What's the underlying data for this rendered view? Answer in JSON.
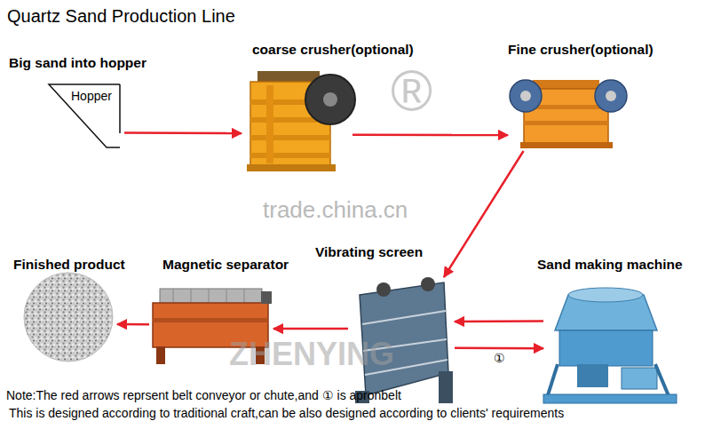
{
  "diagram": {
    "title": "Quartz Sand Production Line",
    "nodes": [
      {
        "text": [
          "Big sand into hopper",
          "Hopper"
        ]
      },
      {
        "text": [
          "coarse crusher(optional)"
        ]
      },
      {
        "text": [
          "Fine crusher(optional)"
        ]
      },
      {
        "text": [
          "Finished product"
        ]
      },
      {
        "text": [
          "Magnetic separator"
        ]
      },
      {
        "text": [
          "Vibrating screen"
        ]
      },
      {
        "text": [
          "Sand making machine"
        ]
      }
    ],
    "edges": [
      {
        "from": 0,
        "to": 1,
        "arrow": "to"
      },
      {
        "from": 1,
        "to": 2,
        "arrow": "to"
      },
      {
        "from": 2,
        "to": 5,
        "arrow": "to"
      },
      {
        "from": 6,
        "to": 5,
        "arrow": "to"
      },
      {
        "from": 5,
        "to": 6,
        "label": "①",
        "arrow": "to"
      },
      {
        "from": 5,
        "to": 4,
        "arrow": "to"
      },
      {
        "from": 4,
        "to": 3,
        "arrow": "to"
      }
    ],
    "labels": [
      "®",
      "trade.china.cn",
      "ZHENYING",
      "Note:The red arrows reprsent belt conveyor or chute,and ① is apronbelt",
      "This is designed according to traditional craft,can be also designed according to clients' requirements"
    ]
  }
}
